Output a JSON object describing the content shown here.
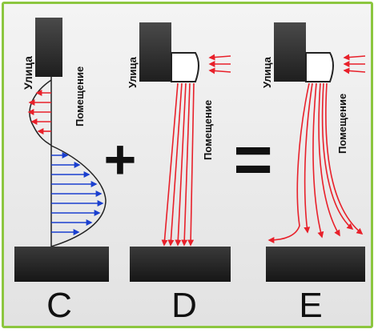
{
  "colors": {
    "frame": "#8cc63f",
    "wall": "#333333",
    "red_flow": "#e8202a",
    "blue_flow": "#1a3fcf"
  },
  "labels": {
    "outside": "Улица",
    "inside": "Помещение"
  },
  "operators": {
    "plus": "+",
    "equals": "="
  },
  "panels": [
    {
      "letter": "C"
    },
    {
      "letter": "D"
    },
    {
      "letter": "E"
    }
  ]
}
